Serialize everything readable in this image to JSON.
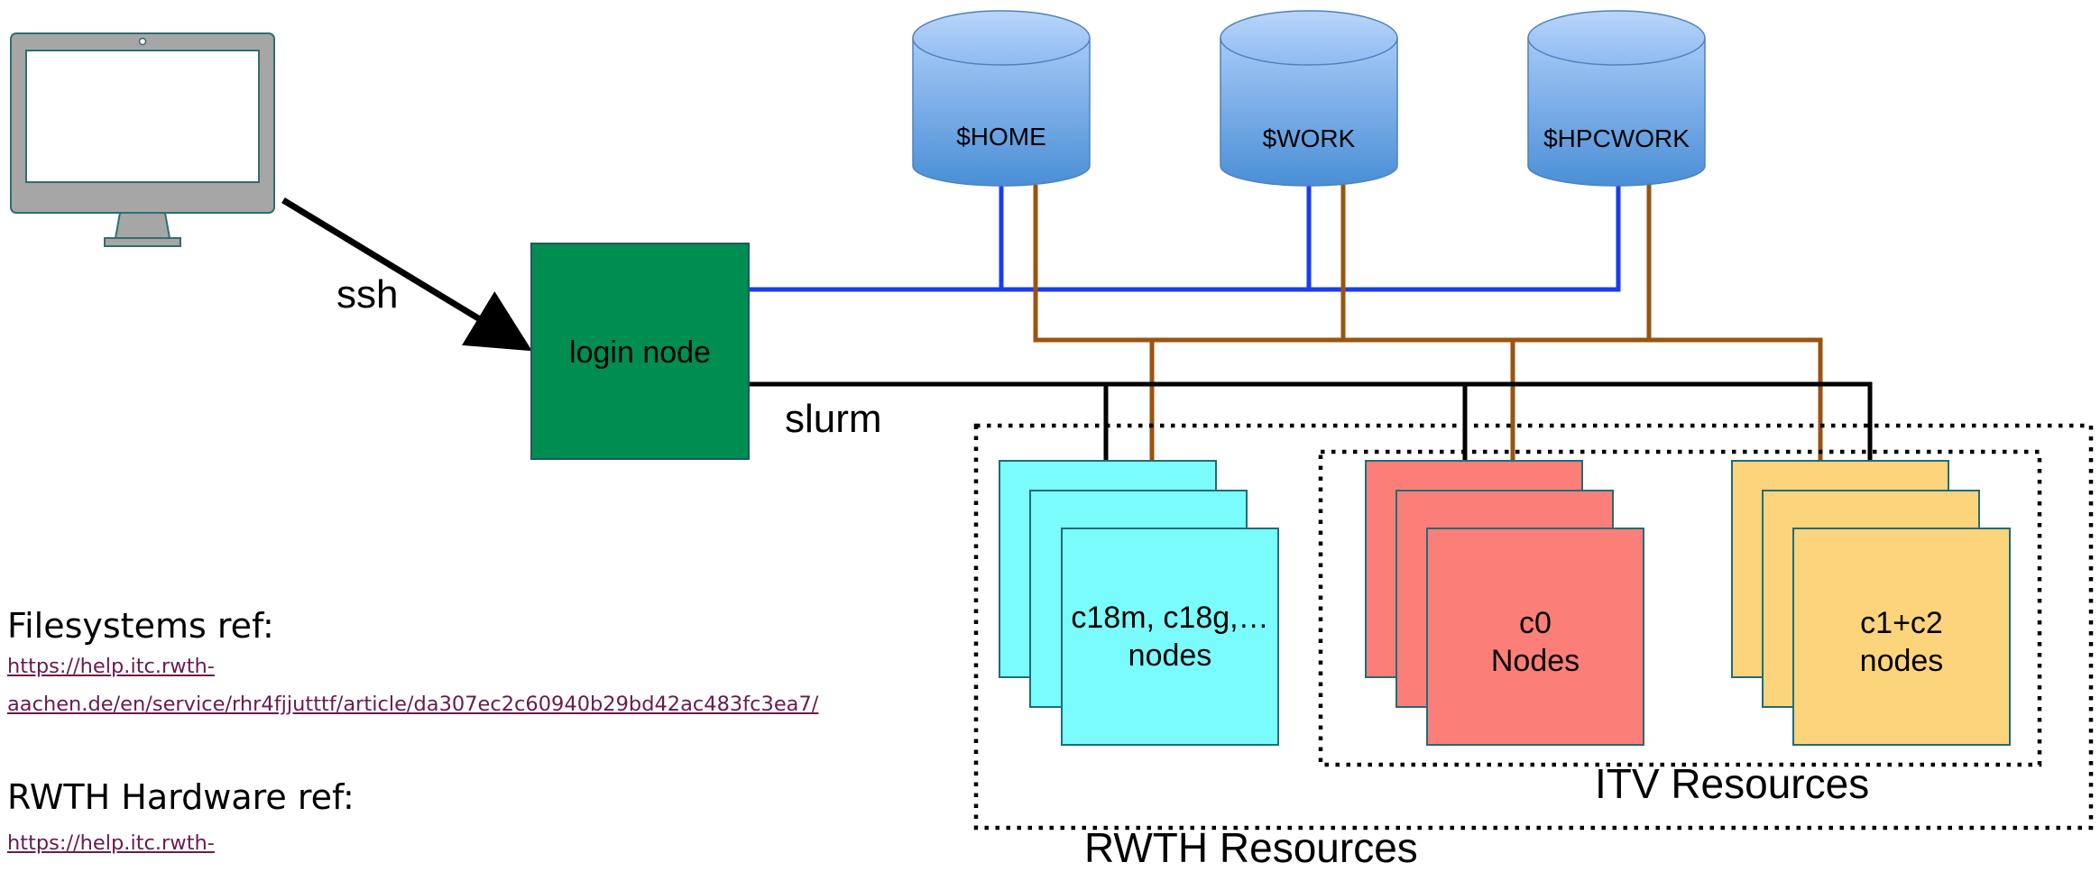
{
  "connections": {
    "ssh_label": "ssh",
    "slurm_label": "slurm"
  },
  "login_node": {
    "label": "login node",
    "color": "#008d52"
  },
  "filesystems": [
    {
      "label": "$HOME"
    },
    {
      "label": "$WORK"
    },
    {
      "label": "$HPCWORK"
    }
  ],
  "node_groups": [
    {
      "line1": "c18m, c18g,…",
      "line2": "nodes",
      "color": "#7afcfc"
    },
    {
      "line1": "c0",
      "line2": "Nodes",
      "color": "#fb7f78"
    },
    {
      "line1": "c1+c2",
      "line2": "nodes",
      "color": "#fcd47c"
    }
  ],
  "regions": {
    "itv": "ITV Resources",
    "rwth": "RWTH Resources"
  },
  "references": {
    "filesystems_title": "Filesystems ref:",
    "filesystems_link_line1": "https://help.itc.rwth-",
    "filesystems_link_line2": "aachen.de/en/service/rhr4fjjutttf/article/da307ec2c60940b29bd42ac483fc3ea7/",
    "hardware_title": "RWTH Hardware ref:",
    "hardware_link_line1": "https://help.itc.rwth-"
  },
  "colors": {
    "storage_link": "#1a3df0",
    "compute_link": "#99540f",
    "slurm_link": "#000000"
  },
  "icons": [
    "computer-monitor-icon",
    "storage-cylinder-icon"
  ]
}
